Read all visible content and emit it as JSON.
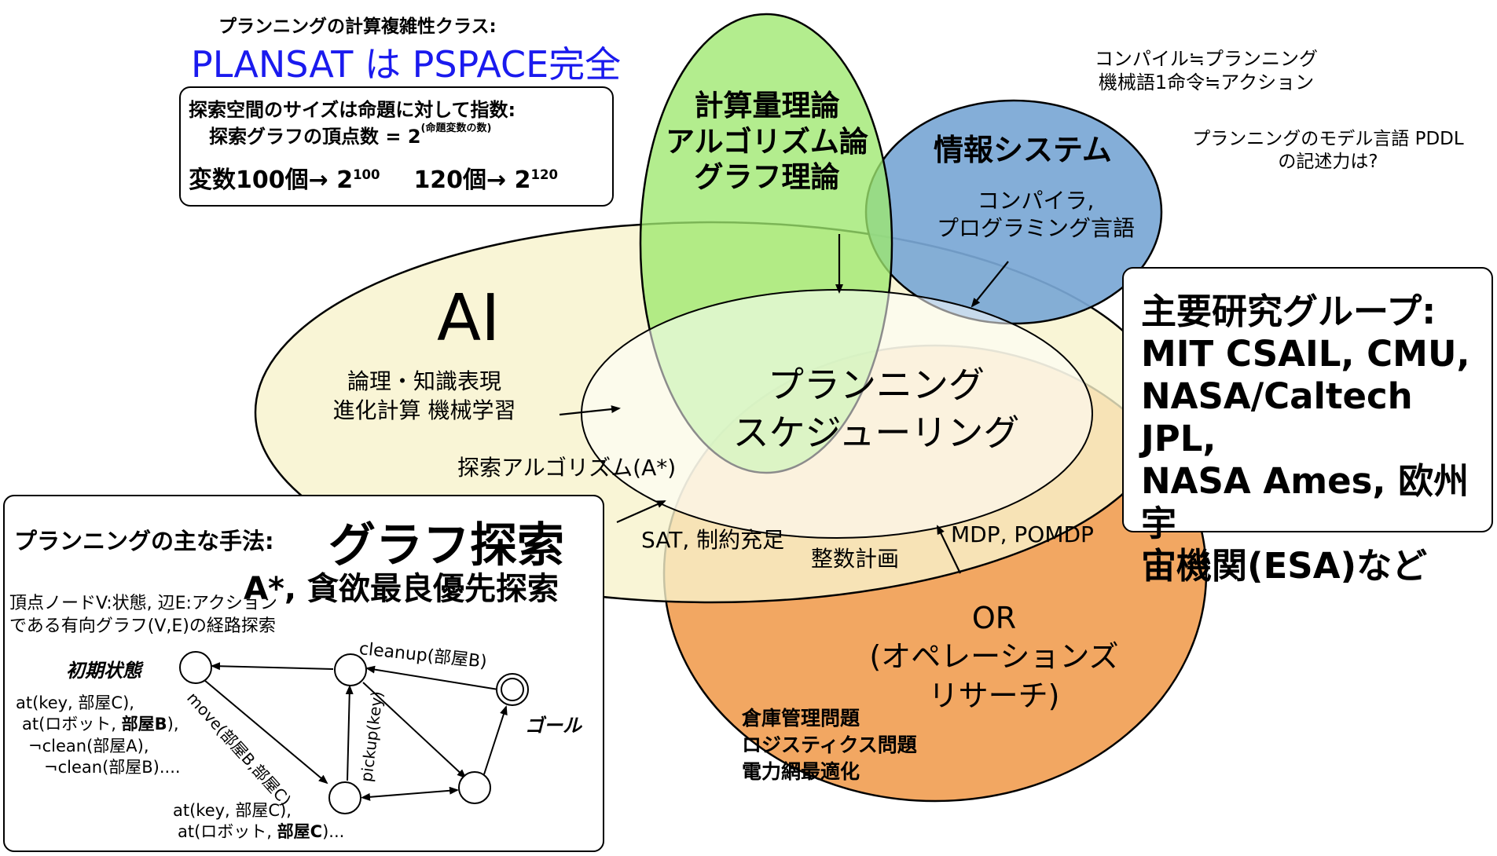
{
  "complexity": {
    "heading": "プランニングの計算複雑性クラス:",
    "headline": "PLANSAT は PSPACE完全",
    "box_line1": "探索空間のサイズは命題に対して指数:",
    "box_line2a": "探索グラフの頂点数 = 2",
    "box_line2_sup": "(命題変数の数)",
    "box_line3a": "変数100個→ 2",
    "box_line3a_sup": "100",
    "box_line3b": "120個→ 2",
    "box_line3b_sup": "120"
  },
  "theory": {
    "line1": "計算量理論",
    "line2": "アルゴリズム論",
    "line3": "グラフ理論"
  },
  "info": {
    "title": "情報システム",
    "sub1": "コンパイラ,",
    "sub2": "プログラミング言語",
    "note1": "コンパイル≒プランニング",
    "note2": "機械語1命令≒アクション",
    "note3": "プランニングのモデル言語 PDDL",
    "note4": "の記述力は?"
  },
  "ai": {
    "title": "AI",
    "line1": "論理・知識表現",
    "line2": "進化計算 機械学習",
    "line3": "探索アルゴリズム(A*)"
  },
  "center": {
    "line1": "プランニング",
    "line2": "スケジューリング"
  },
  "intersect": {
    "sat": "SAT, 制約充足",
    "integer": "整数計画",
    "mdp": "MDP, POMDP"
  },
  "or": {
    "line1": "OR",
    "line2": "(オペレーションズ",
    "line3": "リサーチ)",
    "app1": "倉庫管理問題",
    "app2": "ロジスティクス問題",
    "app3": "電力網最適化"
  },
  "groups": {
    "line1": "主要研究グループ:",
    "line2": "MIT CSAIL, CMU,",
    "line3": "NASA/Caltech JPL,",
    "line4": "NASA Ames, 欧州宇",
    "line5": "宙機関(ESA)など"
  },
  "methods": {
    "heading": "プランニングの主な手法:",
    "big": "グラフ探索",
    "sub": "A*, 貪欲最良優先探索",
    "desc1": "頂点ノードV:状態, 辺E:アクション",
    "desc2": "である有向グラフ(V,E)の経路探索",
    "initial_label": "初期状態",
    "goal_label": "ゴール",
    "state1_l1": "at(key, 部屋C),",
    "state1_l2a": "at(ロボット, ",
    "state1_l2b": "部屋B",
    "state1_l2c": "),",
    "state1_l3": "¬clean(部屋A),",
    "state1_l4": "¬clean(部屋B)....",
    "state2_l1": "at(key, 部屋C),",
    "state2_l2a": "at(ロボット, ",
    "state2_l2b": "部屋C",
    "state2_l2c": ")...",
    "edge_move": "move(部屋B,部屋C)",
    "edge_pickup": "pickup(key)",
    "edge_cleanup": "cleanup(部屋B)"
  },
  "colors": {
    "ai_fill": "#f7f2cc",
    "theory_fill": "#9ee86e",
    "info_fill": "#7aa7d5",
    "or_fill": "#f1a25a",
    "title_blue": "#1a1aee"
  }
}
